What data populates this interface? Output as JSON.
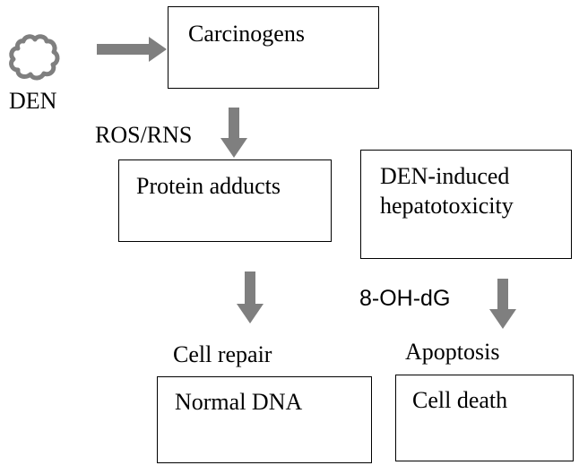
{
  "source": {
    "label": "DEN",
    "icon": "cloud-blob-icon"
  },
  "nodes": {
    "carcinogens": "Carcinogens",
    "protein_adducts": "Protein adducts",
    "hepatotoxicity": [
      "DEN-induced",
      "hepatotoxicity"
    ],
    "normal_dna": "Normal DNA",
    "cell_death": "Cell death"
  },
  "edge_labels": {
    "ros_rns": "ROS/RNS",
    "oh_dg": "8-OH-dG",
    "cell_repair": "Cell repair",
    "apoptosis": "Apoptosis"
  },
  "colors": {
    "arrow": "#7f7f7f",
    "border": "#000000",
    "text": "#000000"
  }
}
